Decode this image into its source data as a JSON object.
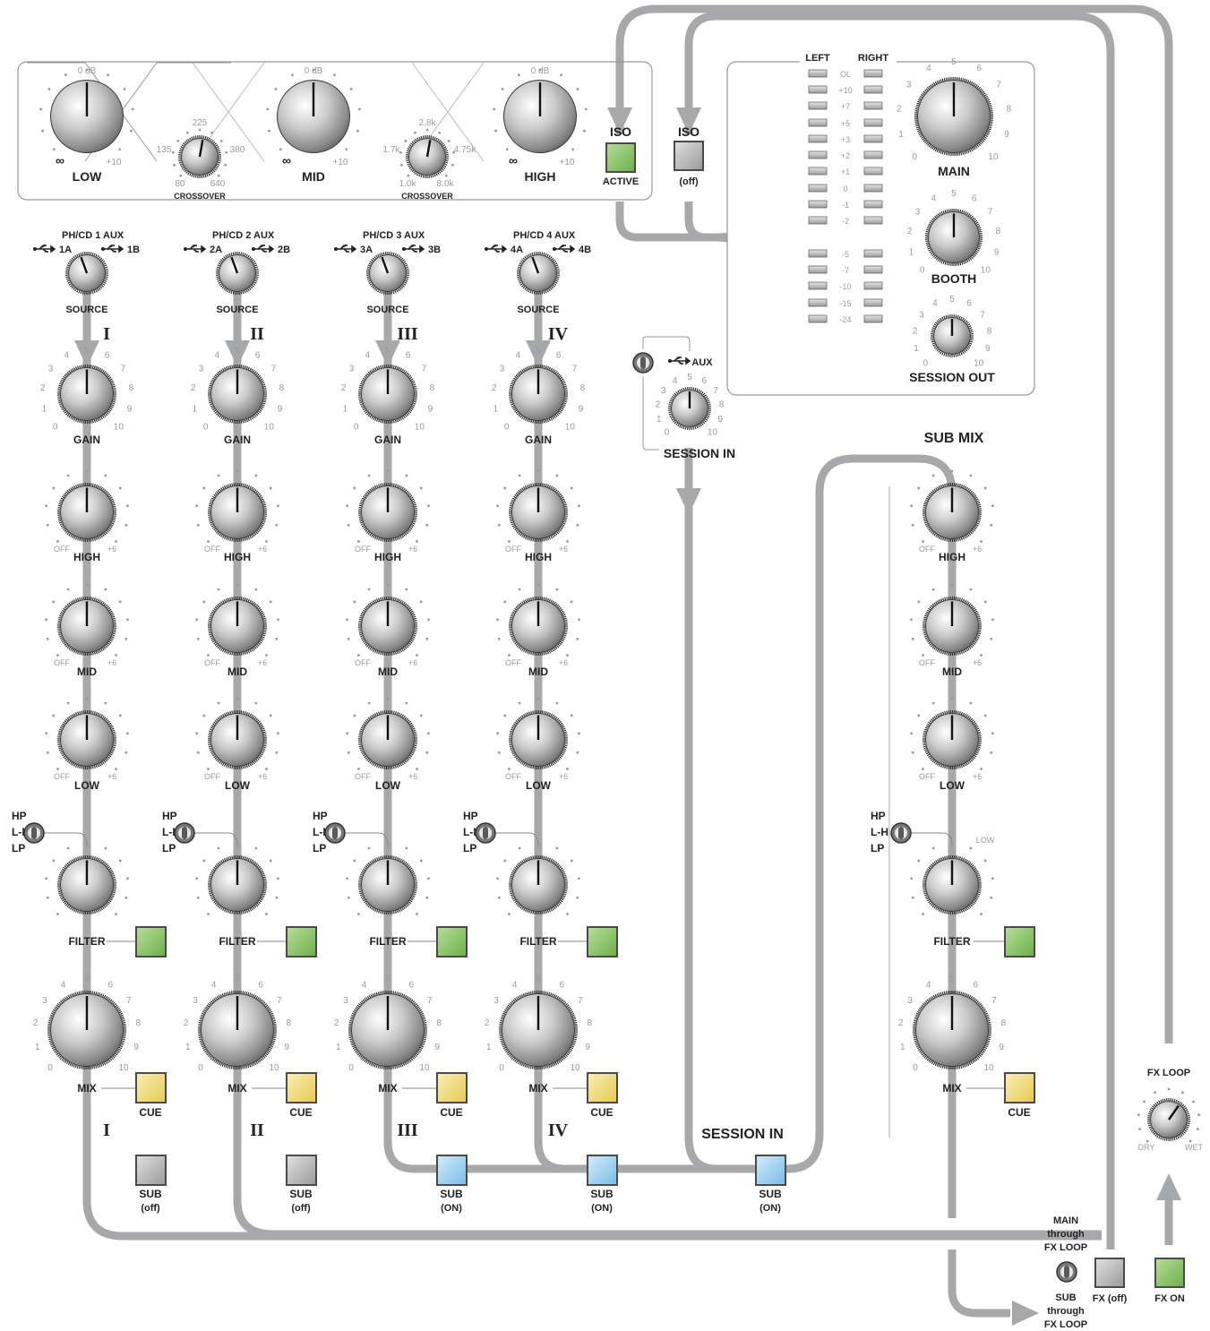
{
  "colors": {
    "signal": "#a6a8aa",
    "button_green": "#8cc46d",
    "button_yellow": "#f2dc7e",
    "button_blue": "#9fd0ee",
    "button_gray": "#b9b9b9",
    "ink": "#222222",
    "scale": "#9a9a9a"
  },
  "iso": {
    "low_label": "LOW",
    "mid_label": "MID",
    "high_label": "HIGH",
    "zero": "0 dB",
    "inf": "∞",
    "plus10": "+10",
    "crossover_label": "CROSSOVER",
    "xover1": {
      "top": "225",
      "left": "135",
      "right": "380",
      "bl": "80",
      "br": "640"
    },
    "xover2": {
      "top": "2.8k",
      "left": "1.7k",
      "right": "4.75k",
      "bl": "1.0k",
      "br": "8.0k"
    },
    "active_title": "ISO",
    "active_state": "ACTIVE",
    "booth_title": "ISO",
    "booth_state": "(off)"
  },
  "meters": {
    "left": "LEFT",
    "right": "RIGHT",
    "scale": [
      "OL",
      "+10",
      "+7",
      "+5",
      "+3",
      "+2",
      "+1",
      "0",
      "-1",
      "-2",
      "-5",
      "-7",
      "-10",
      "-15",
      "-24"
    ]
  },
  "outputs": {
    "main": "MAIN",
    "booth": "BOOTH",
    "session": "SESSION OUT"
  },
  "scale_0_10": [
    "0",
    "1",
    "2",
    "3",
    "4",
    "5",
    "6",
    "7",
    "8",
    "9",
    "10"
  ],
  "eq_scale": {
    "off": "OFF",
    "plus": "+6"
  },
  "channels": [
    {
      "src_top": "PH/CD 1  AUX",
      "src_a": "1A",
      "src_b": "1B",
      "roman": "I"
    },
    {
      "src_top": "PH/CD 2  AUX",
      "src_a": "2A",
      "src_b": "2B",
      "roman": "II"
    },
    {
      "src_top": "PH/CD 3  AUX",
      "src_a": "3A",
      "src_b": "3B",
      "roman": "III"
    },
    {
      "src_top": "PH/CD 4  AUX",
      "src_a": "4A",
      "src_b": "4B",
      "roman": "IV"
    }
  ],
  "strip": {
    "source": "SOURCE",
    "gain": "GAIN",
    "high": "HIGH",
    "mid": "MID",
    "low": "LOW",
    "filter": "FILTER",
    "mix": "MIX",
    "cue": "CUE",
    "sub": "SUB",
    "hp": "HP",
    "lh": "L-H",
    "lp": "LP"
  },
  "sub_states": [
    "(off)",
    "(off)",
    "(ON)",
    "(ON)"
  ],
  "session_in": {
    "title": "SESSION IN",
    "aux": "AUX",
    "sub_state": "(ON)"
  },
  "submix": {
    "title": "SUB MIX",
    "filter_low": "LOW"
  },
  "fx": {
    "loop_label": "FX LOOP",
    "dry": "DRY",
    "wet": "WET",
    "main_route": [
      "MAIN",
      "through",
      "FX LOOP"
    ],
    "sub_route": [
      "SUB",
      "through",
      "FX LOOP"
    ],
    "fx_off": "FX (off)",
    "fx_on": "FX ON"
  }
}
